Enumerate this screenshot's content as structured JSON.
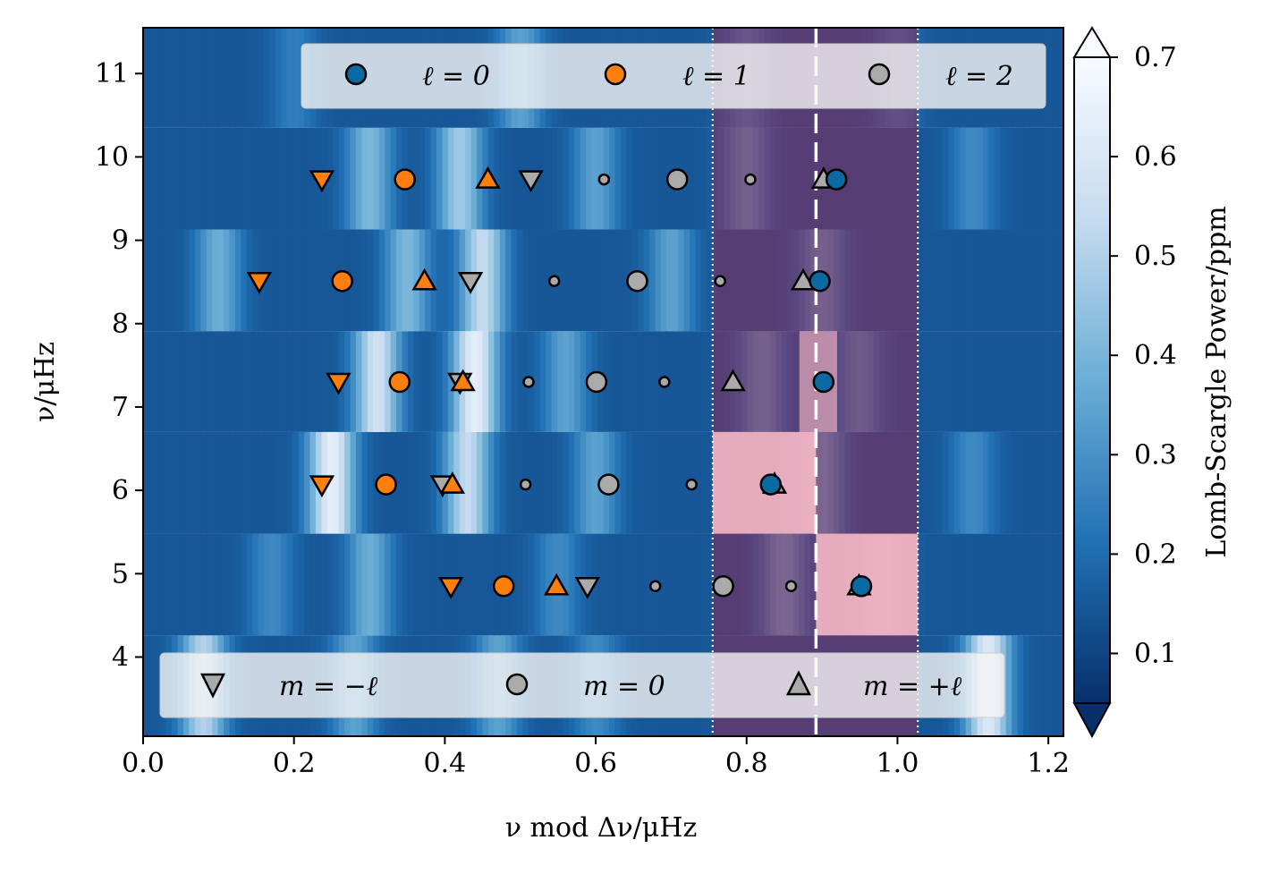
{
  "chart_data": {
    "type": "scatter",
    "xlabel": "ν mod Δν/μHz",
    "ylabel": "ν/μHz",
    "colorbar_label": "Lomb-Scargle Power/ppm",
    "xlim": [
      0.0,
      1.22
    ],
    "ylim": [
      3.05,
      11.55
    ],
    "xticks": [
      "0.0",
      "0.2",
      "0.4",
      "0.6",
      "0.8",
      "1.0",
      "1.2"
    ],
    "yticks": [
      "4",
      "5",
      "6",
      "7",
      "8",
      "9",
      "10",
      "11"
    ],
    "colorbar_ticks": [
      "0.1",
      "0.2",
      "0.3",
      "0.4",
      "0.5",
      "0.6",
      "0.7"
    ],
    "colorbar_range": [
      0.05,
      0.7
    ],
    "colors": {
      "l0": "#0a6aa1",
      "l1": "#ff7f0e",
      "l2": "#aaaaaa",
      "background_band": "#8b2a57",
      "highlight": "#ffc0cb"
    },
    "shaded_region": [
      0.755,
      1.027
    ],
    "dashed_line_x": 0.892,
    "legend_degree": [
      "ℓ = 0",
      "ℓ = 1",
      "ℓ = 2"
    ],
    "legend_order": [
      "m = −ℓ",
      "m = 0",
      "m = +ℓ"
    ],
    "rows": [
      {
        "y": 4.85,
        "l0": [
          0.952
        ],
        "l1": {
          "minus": 0.408,
          "zero": 0.478,
          "plus": 0.548
        },
        "l2": {
          "minus": 0.589,
          "m1": 0.679,
          "zero": 0.769,
          "p1": 0.859,
          "plus": 0.949
        }
      },
      {
        "y": 6.07,
        "l0": [
          0.832
        ],
        "l1": {
          "minus": 0.237,
          "zero": 0.322,
          "plus": 0.41
        },
        "l2": {
          "minus": 0.397,
          "m1": 0.507,
          "zero": 0.617,
          "p1": 0.727,
          "plus": 0.837
        }
      },
      {
        "y": 7.3,
        "l0": [
          0.902
        ],
        "l1": {
          "minus": 0.259,
          "zero": 0.34,
          "plus": 0.424
        },
        "l2": {
          "minus": 0.42,
          "m1": 0.511,
          "zero": 0.601,
          "p1": 0.691,
          "plus": 0.782
        }
      },
      {
        "y": 8.51,
        "l0": [
          0.897
        ],
        "l1": {
          "minus": 0.154,
          "zero": 0.264,
          "plus": 0.373
        },
        "l2": {
          "minus": 0.434,
          "m1": 0.545,
          "zero": 0.655,
          "p1": 0.765,
          "plus": 0.875
        }
      },
      {
        "y": 9.73,
        "l0": [
          0.919
        ],
        "l1": {
          "minus": 0.237,
          "zero": 0.347,
          "plus": 0.457
        },
        "l2": {
          "minus": 0.514,
          "m1": 0.611,
          "zero": 0.708,
          "p1": 0.805,
          "plus": 0.902
        }
      }
    ]
  }
}
